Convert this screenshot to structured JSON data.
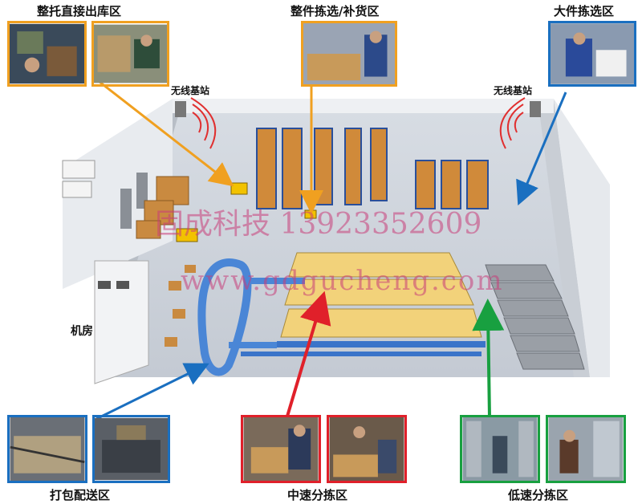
{
  "zones": {
    "pallet_direct_out": "整托直接出库区",
    "case_pick_replenish": "整件拣选/补货区",
    "bulky_pick": "大件拣选区",
    "pack_ship": "打包配送区",
    "medium_speed_sort": "中速分拣区",
    "low_speed_sort": "低速分拣区"
  },
  "labels": {
    "wireless_base_left": "无线基站",
    "wireless_base_right": "无线基站",
    "machine_room": "机房"
  },
  "watermark": {
    "company_phone": "固成科技  13923352609",
    "website": "www.gdgucheng.com"
  },
  "colors": {
    "orange": "#f0a020",
    "blue": "#1a6fc0",
    "red": "#e0202a",
    "green": "#18a040"
  }
}
